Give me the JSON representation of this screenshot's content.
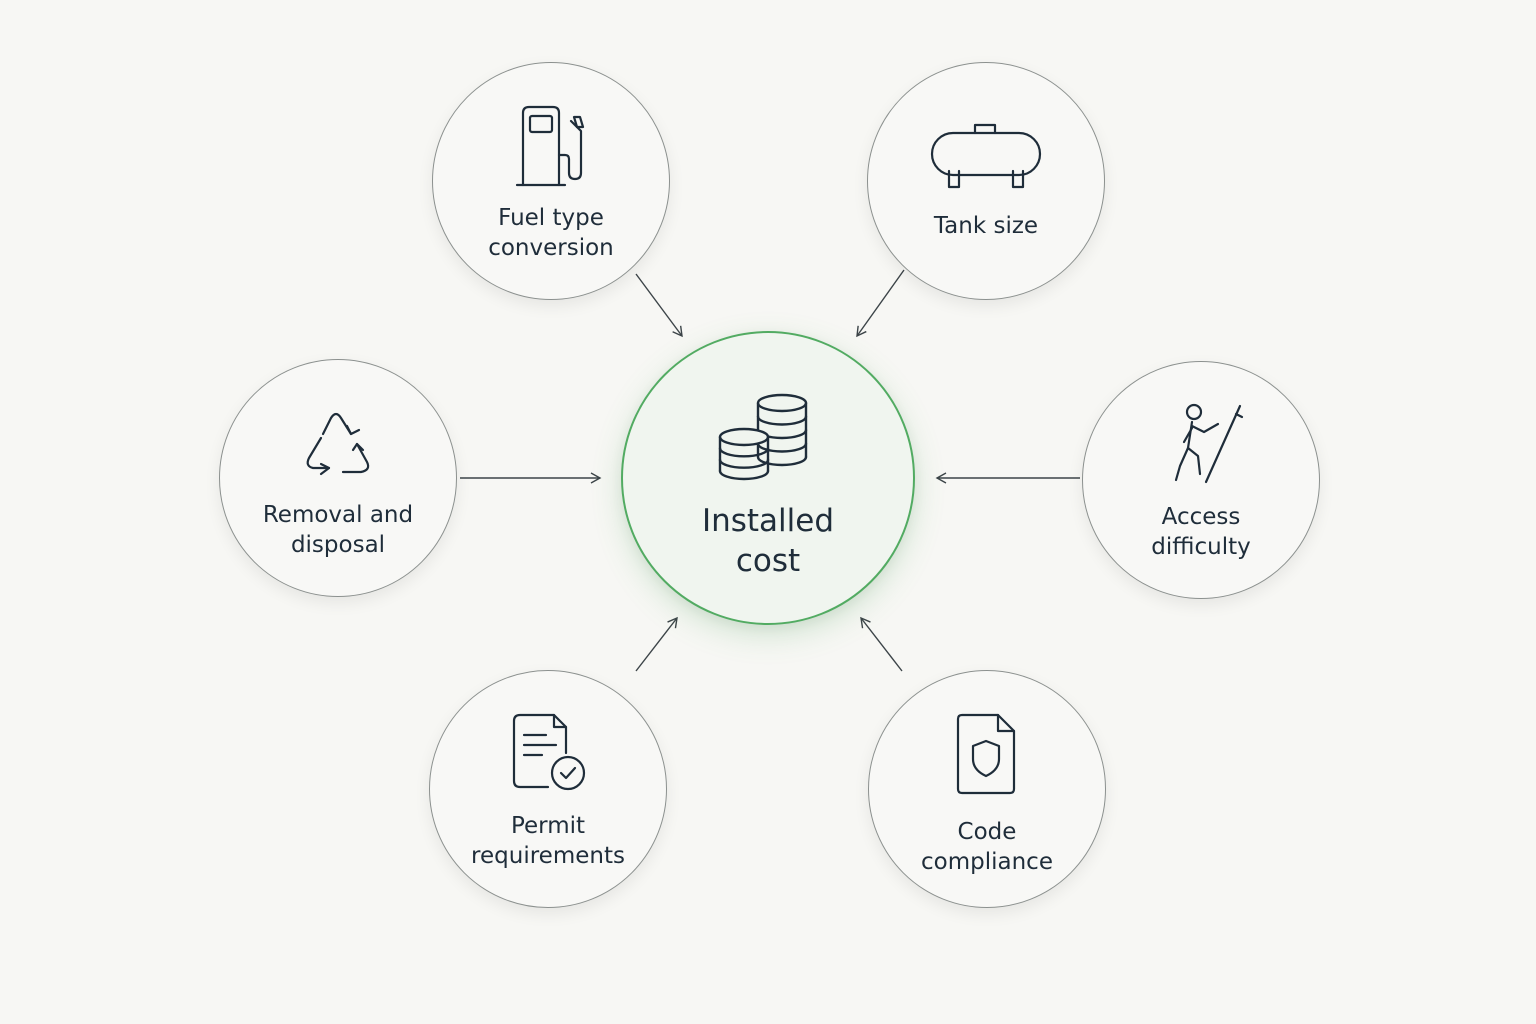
{
  "center": {
    "label": "Installed\ncost",
    "icon": "coins-stack-icon",
    "border_color": "#52ab62"
  },
  "factors": [
    {
      "label": "Fuel type\nconversion",
      "icon": "fuel-pump-icon"
    },
    {
      "label": "Tank size",
      "icon": "propane-tank-icon"
    },
    {
      "label": "Removal and\ndisposal",
      "icon": "recycle-icon"
    },
    {
      "label": "Access\ndifficulty",
      "icon": "person-climbing-ladder-icon"
    },
    {
      "label": "Permit\nrequirements",
      "icon": "document-check-icon"
    },
    {
      "label": "Code\ncompliance",
      "icon": "document-shield-icon"
    }
  ],
  "colors": {
    "background": "#f7f7f4",
    "node_border": "#8c918f",
    "text": "#1f2d3a",
    "accent": "#52ab62"
  }
}
